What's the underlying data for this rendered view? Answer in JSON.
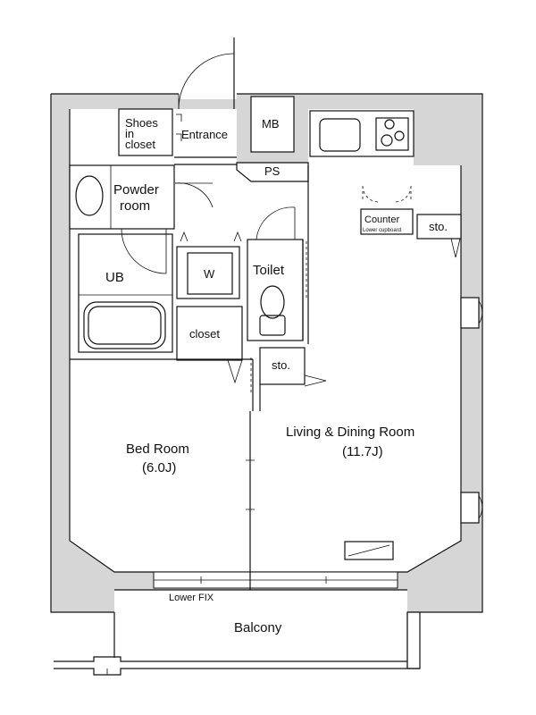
{
  "rooms": {
    "shoes_closet": [
      "Shoes",
      "in",
      "closet"
    ],
    "entrance": "Entrance",
    "mb": "MB",
    "ps": "PS",
    "powder_room": [
      "Powder",
      "room"
    ],
    "ub": "UB",
    "w": "W",
    "toilet": "Toilet",
    "closet": "closet",
    "sto_middle": "sto.",
    "counter": "Counter",
    "counter_sub": "Lower cupboard",
    "sto_kitchen": "sto.",
    "bed_room": "Bed Room",
    "bed_room_size": "(6.0J)",
    "living": "Living & Dining Room",
    "living_size": "(11.7J)",
    "lower_fix": "Lower FIX",
    "balcony": "Balcony"
  }
}
